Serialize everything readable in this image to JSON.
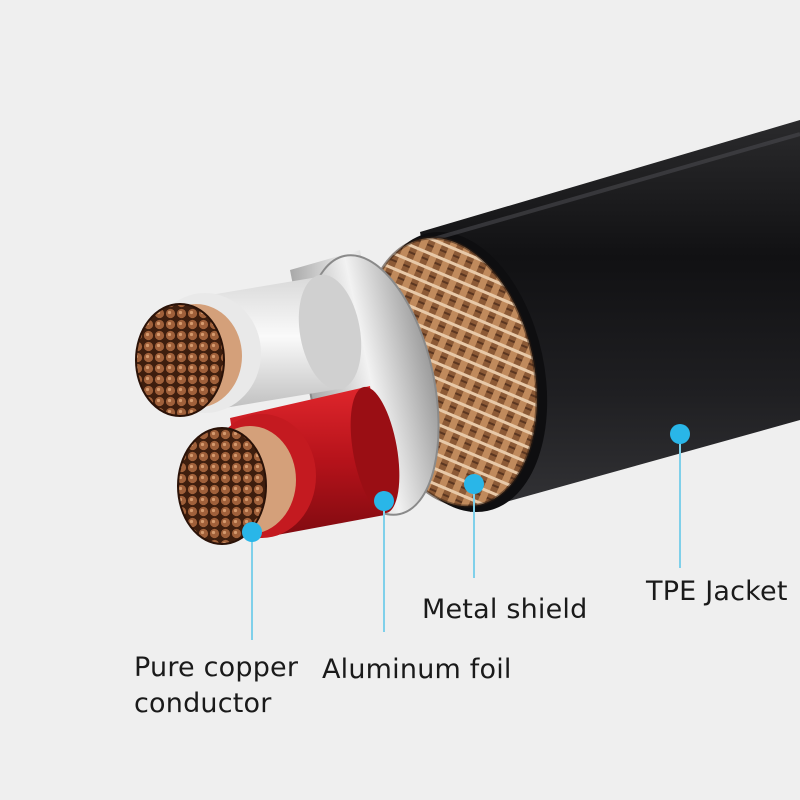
{
  "labels": {
    "jacket": "TPE Jacket",
    "shield": "Metal shield",
    "foil": "Aluminum foil",
    "copper_line1": "Pure copper",
    "copper_line2": "conductor"
  },
  "colors": {
    "background": "#efefef",
    "jacket": "#1c1c1e",
    "shield": "#b57a4e",
    "foil": "#c9c9c9",
    "red_insulation": "#c8181e",
    "white_insulation": "#e4e4e4",
    "copper": "#8a4e2c",
    "leader": "#7fd0ea",
    "dot": "#29b6e8"
  }
}
